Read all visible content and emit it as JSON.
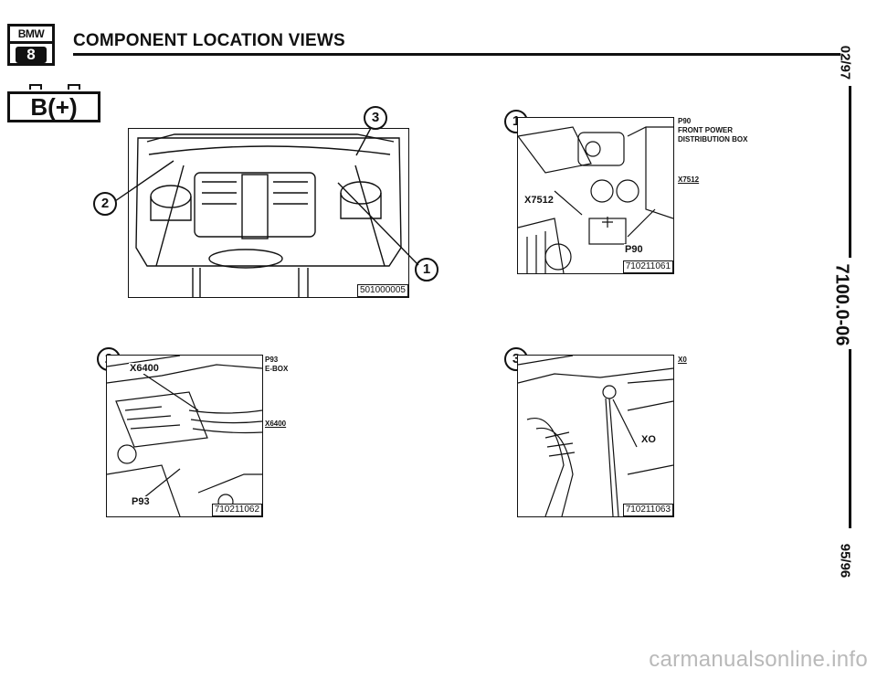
{
  "header": {
    "logo_top": "BMW",
    "logo_bottom": "8",
    "title": "COMPONENT LOCATION VIEWS"
  },
  "battery_symbol": "B(+)",
  "side": {
    "date_top": "02/97",
    "page_code": "7100.0-06",
    "model_year": "95/96"
  },
  "figures": {
    "overview": {
      "id": "501000005",
      "callouts": [
        "1",
        "2",
        "3"
      ]
    },
    "view1": {
      "callout": "1",
      "id": "710211061",
      "inline_labels": [
        "X7512",
        "P90"
      ],
      "legend": [
        {
          "code": "P90",
          "text": "FRONT POWER\nDISTRIBUTION BOX"
        },
        {
          "code": "X7512",
          "text": ""
        }
      ]
    },
    "view2": {
      "callout": "2",
      "id": "710211062",
      "inline_labels": [
        "X6400",
        "P93"
      ],
      "legend": [
        {
          "code": "P93",
          "text": "E-BOX"
        },
        {
          "code": "X6400",
          "text": ""
        }
      ]
    },
    "view3": {
      "callout": "3",
      "id": "710211063",
      "inline_labels": [
        "XO"
      ],
      "legend": [
        {
          "code": "X0",
          "text": ""
        }
      ]
    }
  },
  "footer": {
    "watermark": "carmanualsonline.info"
  }
}
